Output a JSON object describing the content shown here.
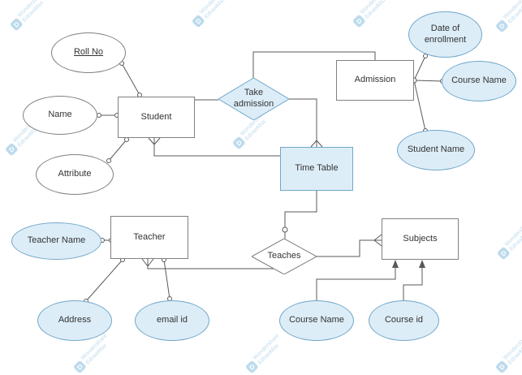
{
  "watermark": {
    "line1": "Wondershare",
    "line2": "EdrawMax",
    "logo_letter": "D"
  },
  "colors": {
    "canvas_bg": "#ffffff",
    "shape_border": "#808080",
    "highlight_fill": "#ddedf8",
    "highlight_border": "#71a7c9",
    "line_color": "#595959",
    "text_color": "#333333",
    "watermark_color": "#87bedf"
  },
  "nodes": {
    "student": {
      "type": "entity",
      "label": "Student"
    },
    "admission": {
      "type": "entity",
      "label": "Admission"
    },
    "time_table": {
      "type": "entity",
      "label": "Time Table",
      "highlighted": true
    },
    "teacher": {
      "type": "entity",
      "label": "Teacher"
    },
    "subjects": {
      "type": "entity",
      "label": "Subjects"
    },
    "take_admission": {
      "type": "relationship",
      "label": "Take admission",
      "highlighted": true
    },
    "teaches": {
      "type": "relationship",
      "label": "Teaches"
    },
    "roll_no": {
      "type": "attribute",
      "label": "Roll No",
      "key": true
    },
    "name": {
      "type": "attribute",
      "label": "Name"
    },
    "attribute": {
      "type": "attribute",
      "label": "Attribute"
    },
    "date_of_enrollment": {
      "type": "attribute",
      "label": "Date of enrollment"
    },
    "course_name_admission": {
      "type": "attribute",
      "label": "Course Name"
    },
    "student_name": {
      "type": "attribute",
      "label": "Student Name"
    },
    "teacher_name": {
      "type": "attribute",
      "label": "Teacher Name"
    },
    "address": {
      "type": "attribute",
      "label": "Address"
    },
    "email_id": {
      "type": "attribute",
      "label": "email id"
    },
    "course_name_subjects": {
      "type": "attribute",
      "label": "Course Name"
    },
    "course_id": {
      "type": "attribute",
      "label": "Course id"
    }
  }
}
